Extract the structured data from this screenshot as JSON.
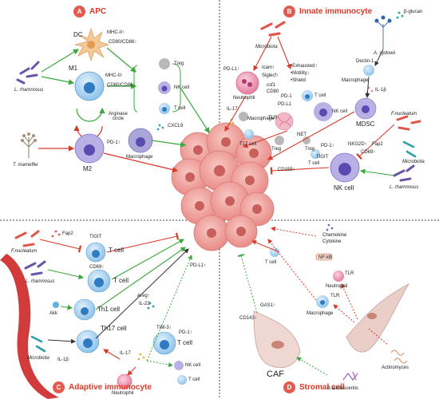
{
  "colors": {
    "title_red": "#d83a2b",
    "badge_red": "#e25b4e",
    "activate_green": "#3aa83a",
    "inhibit_red": "#d83a2b",
    "tumor_pink": "#f2a3a3",
    "cell_blue": "#7fb9e6"
  },
  "quadrants": {
    "A": {
      "badge": "A",
      "title": "APC"
    },
    "B": {
      "badge": "B",
      "title": "Innate immunocyte"
    },
    "C": {
      "badge": "C",
      "title": "Adaptive immunocyte"
    },
    "D": {
      "badge": "D",
      "title": "Stromal cell"
    }
  },
  "apc": {
    "dc": "DC",
    "dc_mhc": "MHC-II↑",
    "dc_cd80": "CD80/CD86↑",
    "m1": "M1",
    "m1_mhc": "MHC-II↑",
    "m1_cd80": "CD80/CD86↑",
    "arginase": "Arginase circle",
    "m2": "M2",
    "m2_pd1": "PD-1↑",
    "l_rhamnosus": "L. rhamnosus",
    "t_marneffei": "T. marneffei",
    "treg": "Treg",
    "nk": "NK cell",
    "tcell": "T cell",
    "cxcl9": "CXCL9",
    "macrophage": "Macrophage"
  },
  "innate": {
    "microbiota": "Microbiota",
    "pdl1": "PD-L1↑",
    "icam": "Icam↑",
    "siglecf": "Siglecf↑",
    "neutrophil": "Neutrophil",
    "csf1": "csf1",
    "cd80": "CD80",
    "il17": "IL-17",
    "macrophage": "Macrophage",
    "t17": "T17 cell",
    "exhausted": "•Exhausted↑",
    "motility": "•Motility↓",
    "shield": "•Shield",
    "pd1": "PD-1",
    "pdl1b": "PD-L1",
    "tcell": "T cell",
    "nkcell": "NK cell",
    "tlr": "TLR",
    "treg": "Treg",
    "net": "NET",
    "a_sydowii": "A. sydowii",
    "beta_glucan": "β-glucan",
    "dectin": "Dectin-1",
    "mac2": "Macrophage",
    "il1b": "IL-1β",
    "mdsc": "MDSC",
    "treg2": "Treg",
    "pd1b": "PD-1↑",
    "tcell2": "T cell",
    "fnuc": "F.nucleatum",
    "fap2": "Fap2",
    "nkg2d": "NKG2D↑",
    "tigit": "TIGIT",
    "cd69": "CD69↑",
    "cd155": "CD155↑",
    "microbiota2": "Microbiota",
    "nk2": "NK cell",
    "l_rhamnosus": "L. rhamnosus"
  },
  "adaptive": {
    "fnuc": "F.nucleatum",
    "fap2": "Fap2",
    "tigit": "TIGIT",
    "tcell1": "T cell",
    "l_rhamnosus": "L. rhamnosus",
    "cd69": "CD69↑",
    "tcell2": "T cell",
    "akk": "Akk",
    "th1": "Th1 cell",
    "areg": "Areg↑",
    "il22": "IL-22",
    "th17": "Th17 cell",
    "tim3": "TIM-3↑",
    "pd1": "PD-1↑",
    "tcell3": "T cell",
    "pdl1": "PD-L1↑",
    "il17": "IL-17",
    "nk": "NK cell",
    "tcell4": "T cell",
    "il1b": "IL-1β",
    "microbiota": "Microbiota",
    "neutrophil": "Neutrophil"
  },
  "stromal": {
    "chemokine": "Chemokine",
    "cytokine": "Cytokine",
    "nfkb": "NF-kB",
    "tcell": "T cell",
    "tlr1": "TLR",
    "neutrophil": "Neutrophil",
    "tlr2": "TLR",
    "macrophage": "Macrophage",
    "gas1": "GAS1↑",
    "cd143": "CD143↑",
    "caf": "CAF",
    "actinomyces": "Actinomyces",
    "b_adolescentis": "B.adolescentis"
  }
}
